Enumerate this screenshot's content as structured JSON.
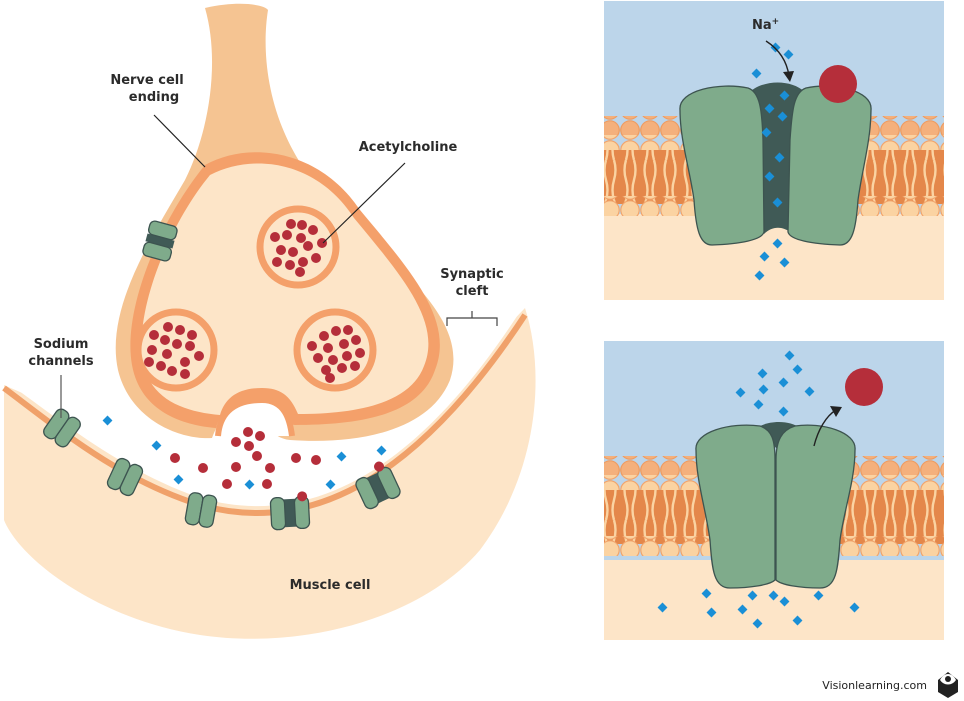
{
  "labels": {
    "nerve_cell_line1": "Nerve cell",
    "nerve_cell_line2": "ending",
    "acetylcholine": "Acetylcholine",
    "synaptic_line1": "Synaptic",
    "synaptic_line2": "cleft",
    "sodium_line1": "Sodium",
    "sodium_line2": "channels",
    "muscle_cell": "Muscle cell",
    "na_ion": "Na",
    "na_charge": "+"
  },
  "panels": [
    {
      "name": "channel-open",
      "state": "open",
      "arrow": "inward"
    },
    {
      "name": "channel-closed",
      "state": "closed",
      "arrow": "outward"
    }
  ],
  "credit": {
    "text": "Visionlearning.com",
    "icon": "visionlearning-logo-icon"
  },
  "colors": {
    "nerve_outer": "#f5c492",
    "membrane_dark": "#f4a06a",
    "cytoplasm": "#fde5c8",
    "acetylcholine": "#b52e3a",
    "sodium": "#1a8fd6",
    "channel": "#7fab8b",
    "channel_dark": "#405a56",
    "extracellular": "#bcd5ea"
  }
}
